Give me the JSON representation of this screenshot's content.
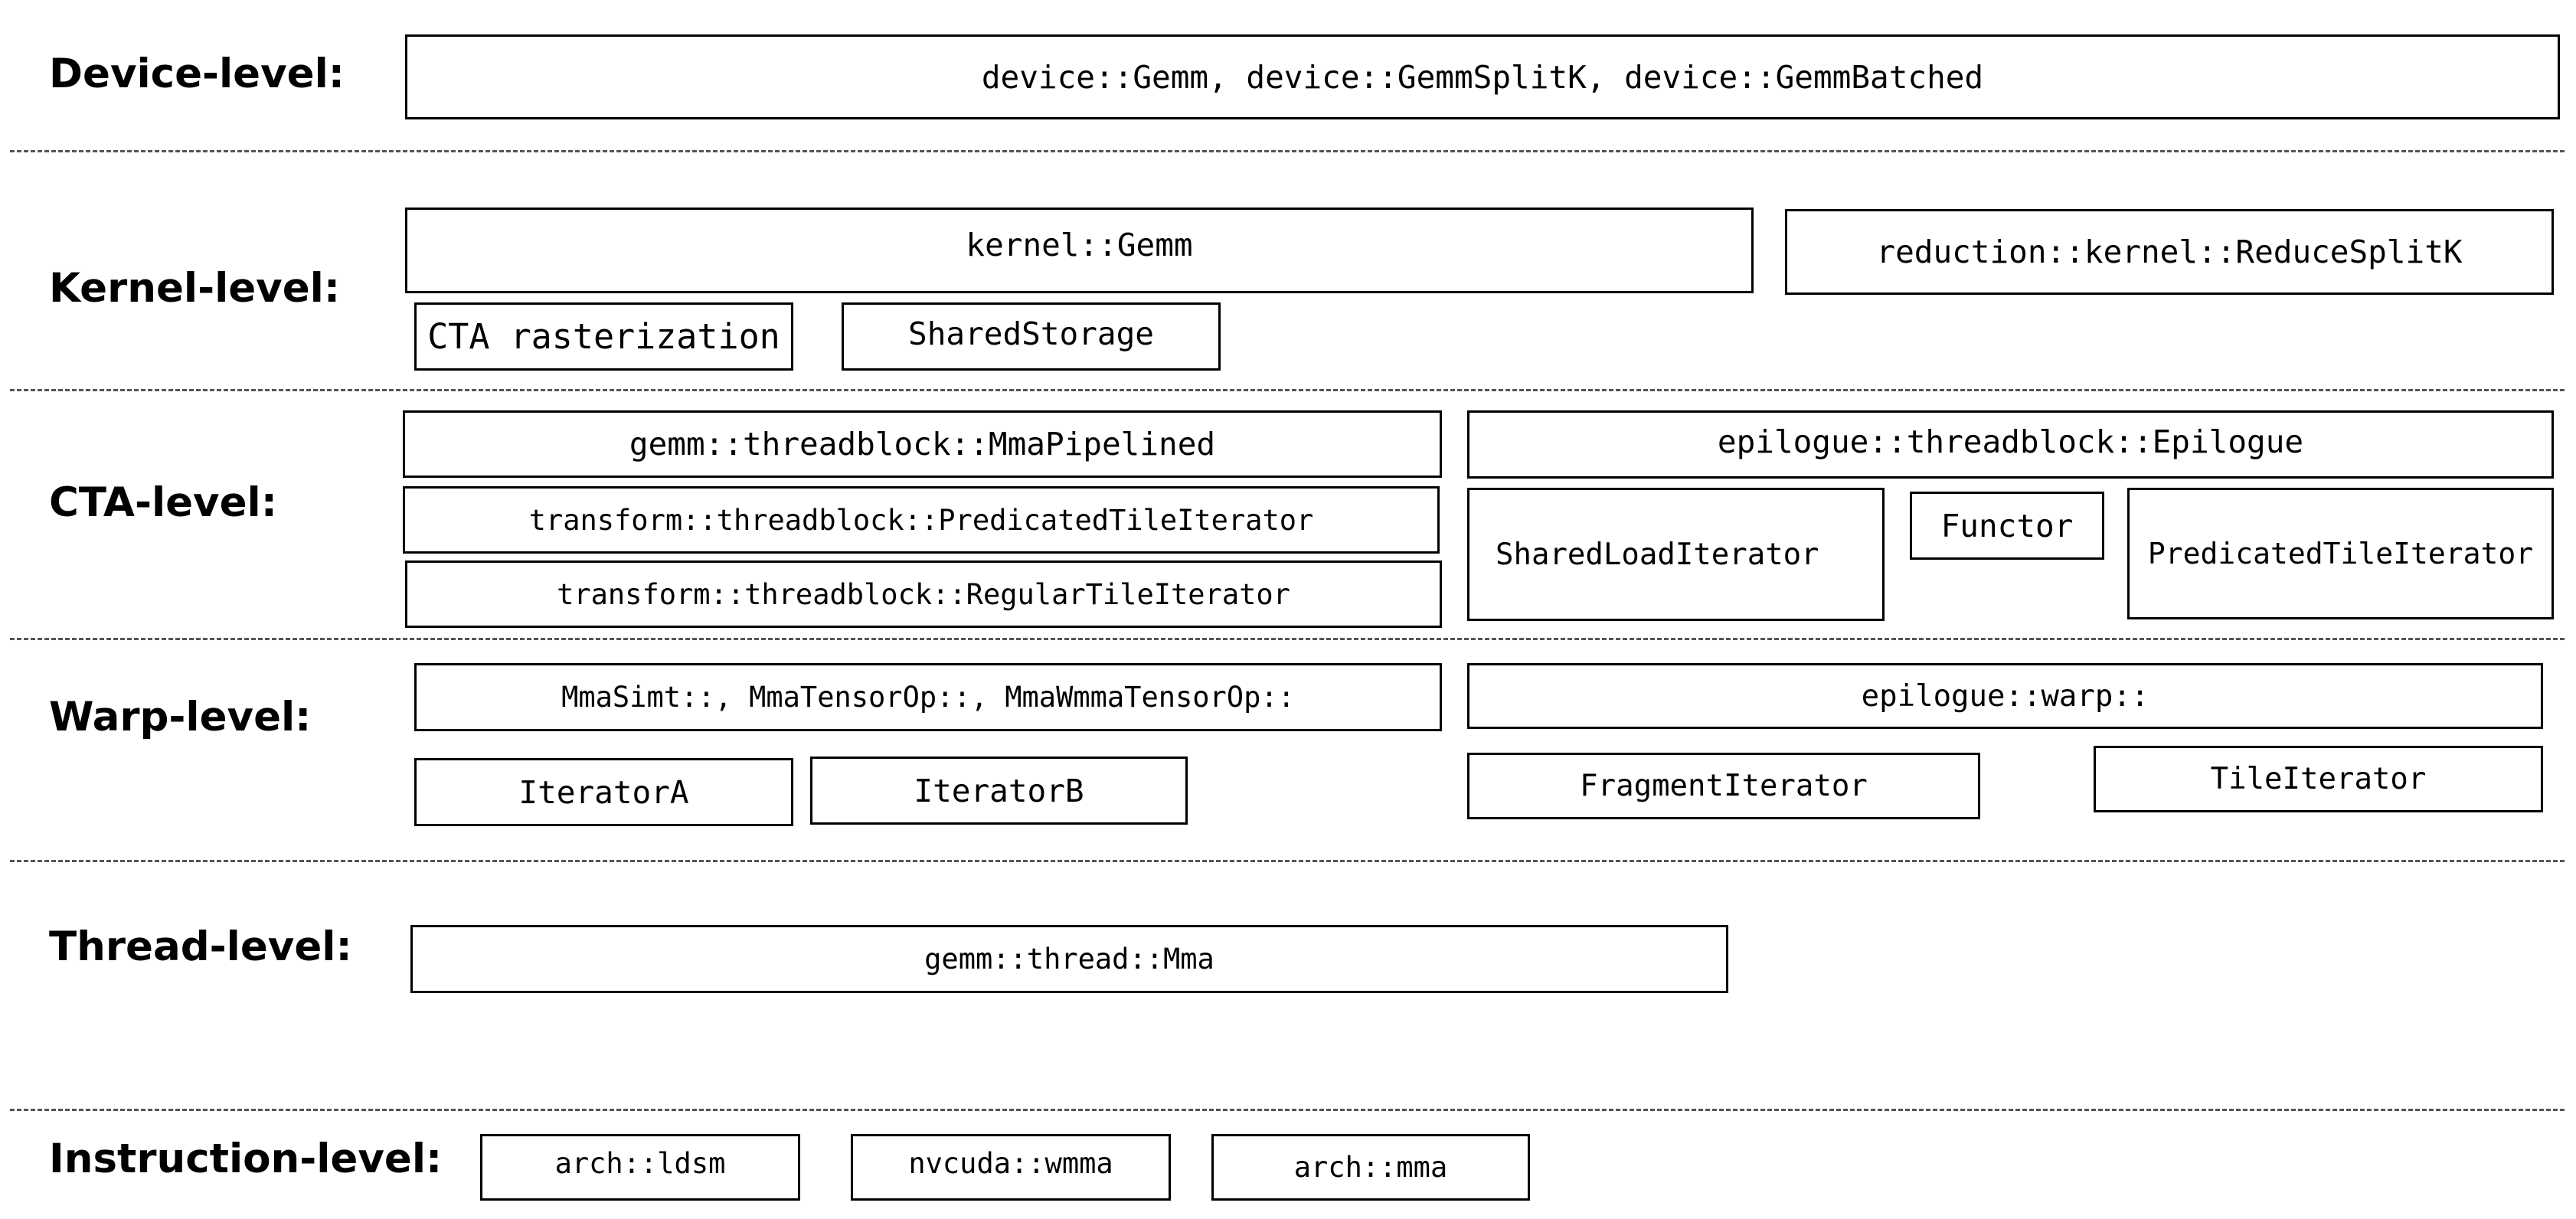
{
  "levels": {
    "device": {
      "label": "Device-level:",
      "boxes": [
        "device::Gemm, device::GemmSplitK, device::GemmBatched"
      ]
    },
    "kernel": {
      "label": "Kernel-level:",
      "boxes": [
        "kernel::Gemm",
        "reduction::kernel::ReduceSplitK",
        "CTA rasterization",
        "SharedStorage"
      ]
    },
    "cta": {
      "label": "CTA-level:",
      "boxes": [
        "gemm::threadblock::MmaPipelined",
        "transform::threadblock::PredicatedTileIterator",
        "transform::threadblock::RegularTileIterator",
        "epilogue::threadblock::Epilogue",
        "SharedLoadIterator",
        "Functor",
        "PredicatedTileIterator"
      ]
    },
    "warp": {
      "label": "Warp-level:",
      "boxes": [
        "MmaSimt::, MmaTensorOp::, MmaWmmaTensorOp::",
        "IteratorA",
        "IteratorB",
        "epilogue::warp::",
        "FragmentIterator",
        "TileIterator"
      ]
    },
    "thread": {
      "label": "Thread-level:",
      "boxes": [
        "gemm::thread::Mma"
      ]
    },
    "instruction": {
      "label": "Instruction-level:",
      "boxes": [
        "arch::ldsm",
        "nvcuda::wmma",
        "arch::mma"
      ]
    }
  }
}
